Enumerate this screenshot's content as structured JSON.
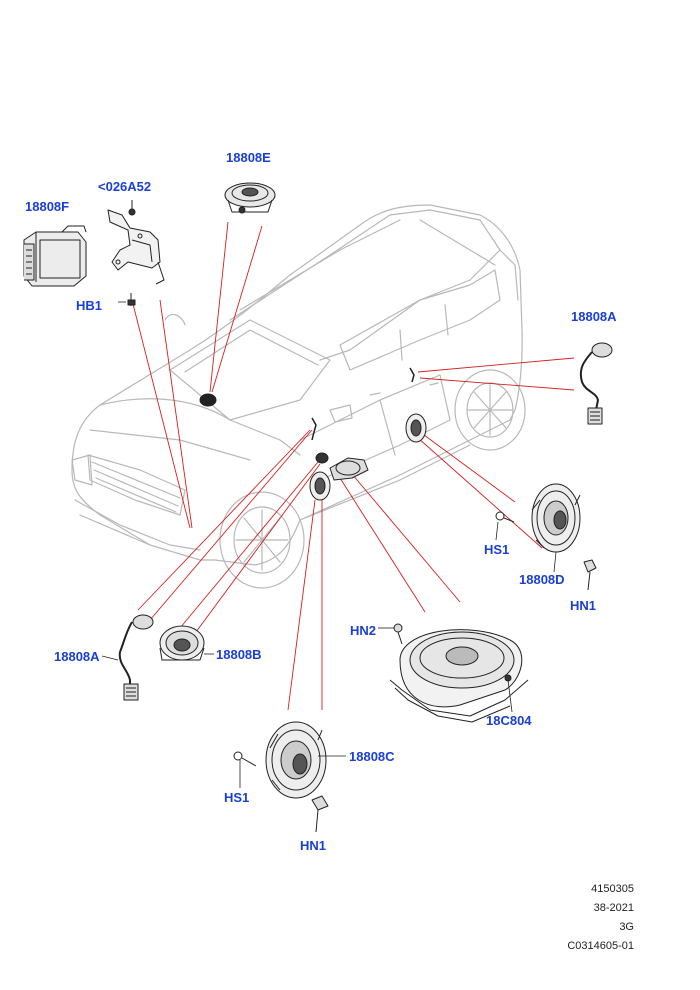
{
  "callouts": {
    "c_18808E": "18808E",
    "c_026A52": "<026A52",
    "c_18808F": "18808F",
    "c_HB1": "HB1",
    "c_18808A_right": "18808A",
    "c_HS1_right": "HS1",
    "c_18808D": "18808D",
    "c_HN1_right": "HN1",
    "c_HN2": "HN2",
    "c_18C804": "18C804",
    "c_18808A_left": "18808A",
    "c_18808B": "18808B",
    "c_18808C": "18808C",
    "c_HS1_bottom": "HS1",
    "c_HN1_bottom": "HN1"
  },
  "footer": {
    "line1": "4150305",
    "line2": "38-2021",
    "line3": "3G",
    "line4": "C0314605-01"
  },
  "colors": {
    "callout_text": "#1a3fd6",
    "leader_line": "#d42020",
    "car_outline": "#b8b8b8",
    "part_outline": "#222222"
  }
}
